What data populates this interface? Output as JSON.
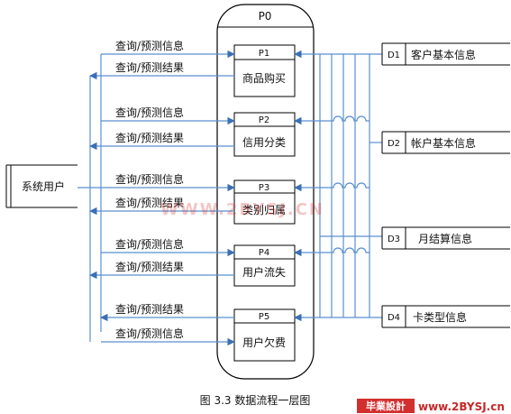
{
  "caption": "图 3.3 数据流程一层图",
  "process_group": "P0",
  "external_entity": "系统用户",
  "processes": [
    {
      "id": "P1",
      "name": "商品购买"
    },
    {
      "id": "P2",
      "name": "信用分类"
    },
    {
      "id": "P3",
      "name": "类别归属"
    },
    {
      "id": "P4",
      "name": "用户流失"
    },
    {
      "id": "P5",
      "name": "用户欠费"
    }
  ],
  "stores": [
    {
      "id": "D1",
      "name": "客户基本信息"
    },
    {
      "id": "D2",
      "name": "帐户基本信息"
    },
    {
      "id": "D3",
      "name": "月结算信息"
    },
    {
      "id": "D4",
      "name": "卡类型信息"
    }
  ],
  "flow_labels": {
    "query_info": "查询/预测信息",
    "query_result": "查询/预测结果"
  },
  "watermark": "WWW.2BYSJ.CN",
  "brand": {
    "badge": "毕業設計",
    "url": "www.2BYSJ.cn"
  },
  "colors": {
    "flow": "#5b8fd0",
    "line": "#000000",
    "brand": "#d32f2f"
  }
}
